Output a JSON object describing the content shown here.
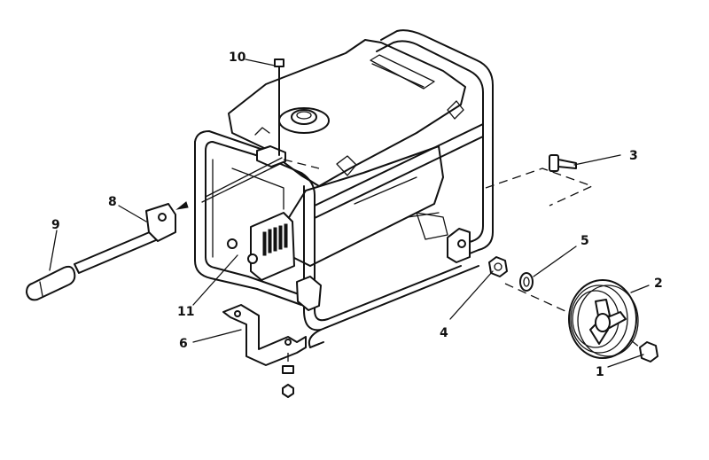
{
  "callouts": [
    {
      "id": "1",
      "text": "1"
    },
    {
      "id": "2",
      "text": "2"
    },
    {
      "id": "3",
      "text": "3"
    },
    {
      "id": "4",
      "text": "4"
    },
    {
      "id": "5",
      "text": "5"
    },
    {
      "id": "6",
      "text": "6"
    },
    {
      "id": "8",
      "text": "8"
    },
    {
      "id": "9",
      "text": "9"
    },
    {
      "id": "10",
      "text": "10"
    },
    {
      "id": "11",
      "text": "11"
    }
  ],
  "parts": [
    {
      "callout": "1",
      "name": "wheel-bolt"
    },
    {
      "callout": "2",
      "name": "wheel"
    },
    {
      "callout": "3",
      "name": "axle-bolt"
    },
    {
      "callout": "4",
      "name": "hex-nut"
    },
    {
      "callout": "5",
      "name": "washer"
    },
    {
      "callout": "6",
      "name": "mounting-foot-bracket"
    },
    {
      "callout": "8",
      "name": "handle-bar"
    },
    {
      "callout": "9",
      "name": "handle-grip"
    },
    {
      "callout": "10",
      "name": "handle-bolt"
    },
    {
      "callout": "11",
      "name": "frame-fastener"
    }
  ]
}
